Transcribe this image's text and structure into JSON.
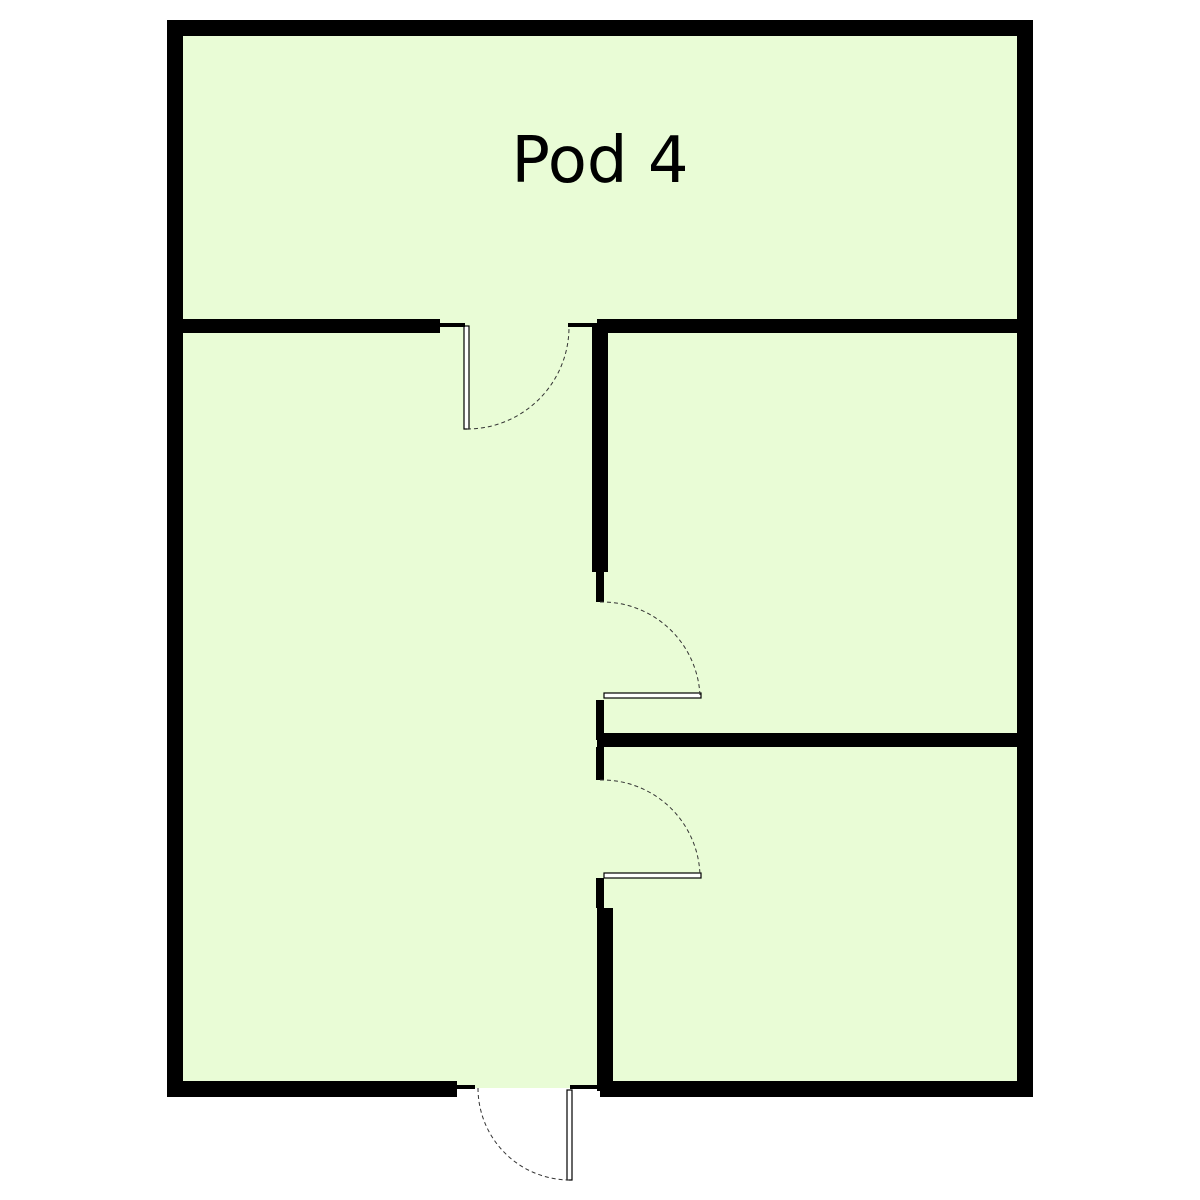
{
  "plan": {
    "title": "Pod 4",
    "floor_color": "#e9fcd6",
    "wall_color": "#000000",
    "rooms": [
      {
        "id": "top-room"
      },
      {
        "id": "left-corridor-room"
      },
      {
        "id": "middle-right-room"
      },
      {
        "id": "bottom-right-room"
      }
    ],
    "doors": [
      {
        "id": "door-top-corridor"
      },
      {
        "id": "door-middle-right"
      },
      {
        "id": "door-bottom-right"
      },
      {
        "id": "door-entrance"
      }
    ]
  }
}
